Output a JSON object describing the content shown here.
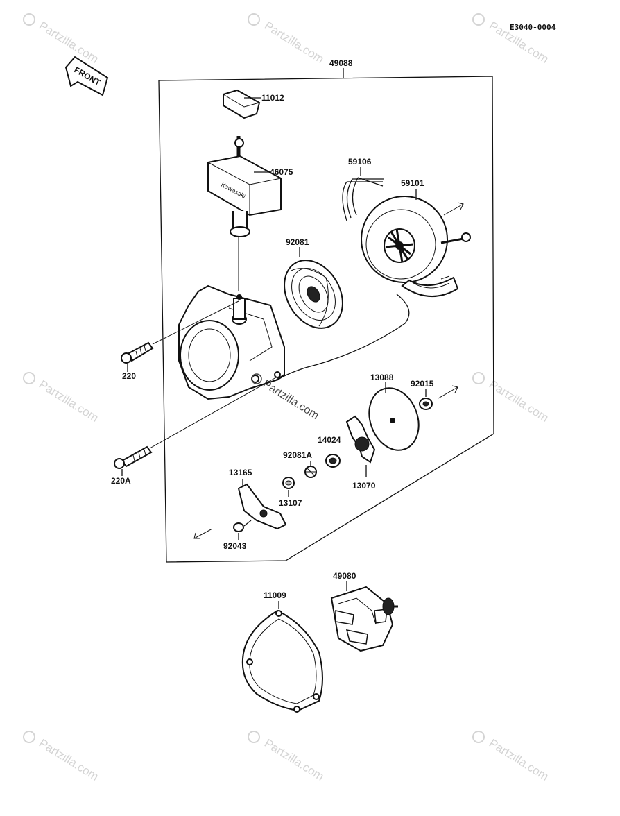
{
  "diagram": {
    "code": "E3040-0004",
    "front_label": "FRONT",
    "watermark": "Partzilla.com",
    "center_watermark": "Partzilla.com",
    "labels": {
      "assy": "49088",
      "p11012": "11012",
      "p46075": "46075",
      "p59106": "59106",
      "p59101": "59101",
      "p92081": "92081",
      "p220": "220",
      "p220A": "220A",
      "p13088": "13088",
      "p92015": "92015",
      "p14024": "14024",
      "p92081A": "92081A",
      "p13165": "13165",
      "p13107": "13107",
      "p13070": "13070",
      "p92043": "92043",
      "p49080": "49080",
      "p11009": "11009"
    }
  }
}
